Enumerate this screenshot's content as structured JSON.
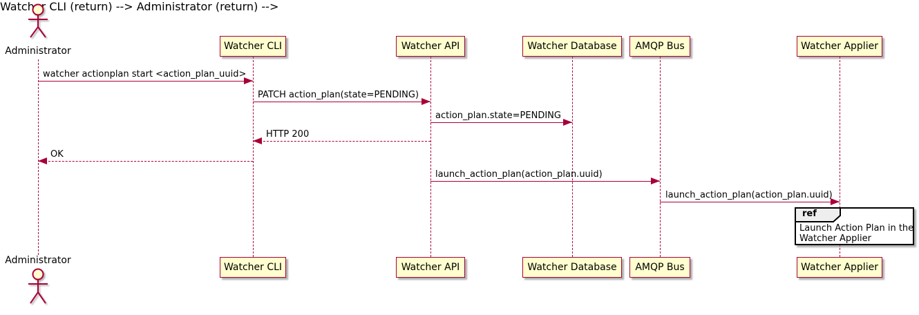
{
  "diagram": {
    "type": "sequence-diagram",
    "colors": {
      "participant_fill": "#FEFECE",
      "participant_border": "#A80036",
      "line_color": "#A80036",
      "text_color": "#000000",
      "ref_fill": "#FFFFFF",
      "ref_border": "#000000",
      "ref_tab_fill": "#EEEEEE",
      "background": "#FFFFFF"
    },
    "actor": {
      "label": "Administrator"
    },
    "participants": [
      {
        "label": "Watcher CLI"
      },
      {
        "label": "Watcher API"
      },
      {
        "label": "Watcher Database"
      },
      {
        "label": "AMQP Bus"
      },
      {
        "label": "Watcher Applier"
      }
    ],
    "messages": [
      {
        "label": "watcher actionplan start <action_plan_uuid>",
        "from": "Administrator",
        "to": "Watcher CLI",
        "style": "solid",
        "direction": "right"
      },
      {
        "label": "PATCH action_plan(state=PENDING)",
        "from": "Watcher CLI",
        "to": "Watcher API",
        "style": "solid",
        "direction": "right"
      },
      {
        "label": "action_plan.state=PENDING",
        "from": "Watcher API",
        "to": "Watcher Database",
        "style": "solid",
        "direction": "right"
      },
      {
        "label": "HTTP 200",
        "from": "Watcher API",
        "to": "Watcher CLI",
        "style": "dashed",
        "direction": "left"
      },
      {
        "label": "OK",
        "from": "Watcher CLI",
        "to": "Administrator",
        "style": "dashed",
        "direction": "left"
      },
      {
        "label": "launch_action_plan(action_plan.uuid)",
        "from": "Watcher API",
        "to": "AMQP Bus",
        "style": "solid",
        "direction": "right"
      },
      {
        "label": "launch_action_plan(action_plan.uuid)",
        "from": "AMQP Bus",
        "to": "Watcher Applier",
        "style": "solid",
        "direction": "right"
      }
    ],
    "ref": {
      "keyword": "ref",
      "line1": "Launch Action Plan in the",
      "line2": "Watcher Applier"
    }
  }
}
